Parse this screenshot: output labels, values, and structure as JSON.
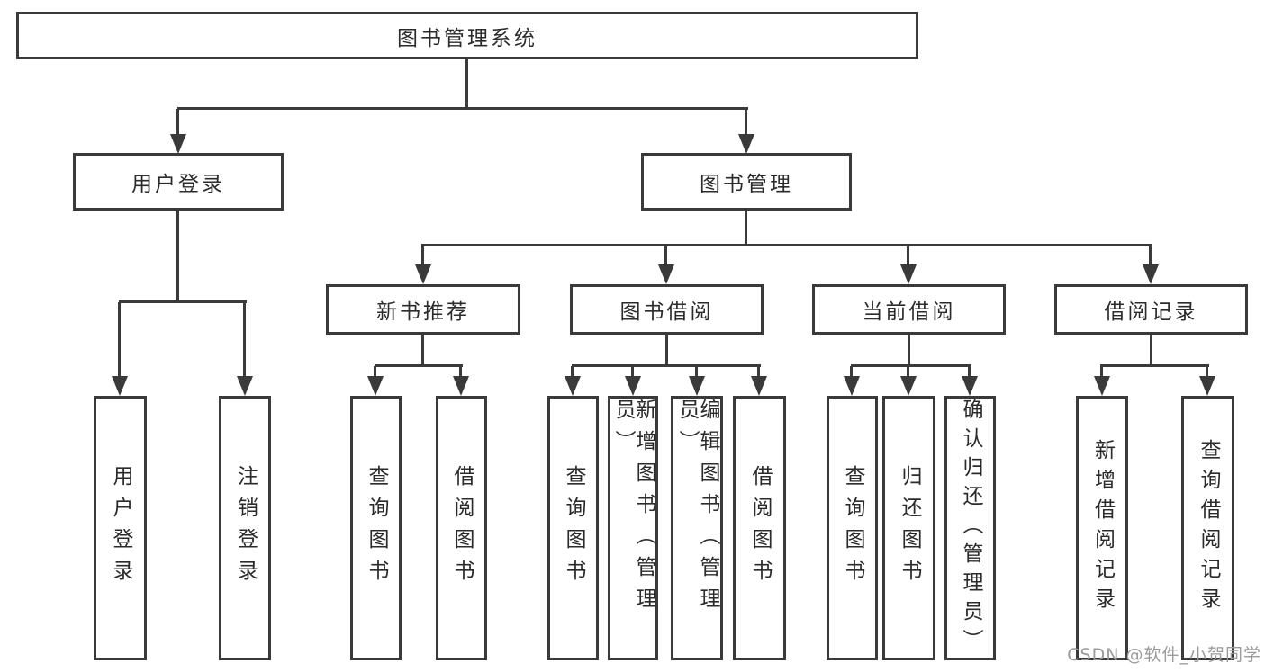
{
  "diagram": {
    "title": "图书管理系统",
    "user_login": {
      "label": "用户登录",
      "children": {
        "login": "用户登录",
        "logout": "注销登录"
      }
    },
    "book_mgmt": {
      "label": "图书管理",
      "new_books": {
        "label": "新书推荐",
        "children": {
          "query": "查询图书",
          "borrow": "借阅图书"
        }
      },
      "borrowing": {
        "label": "图书借阅",
        "children": {
          "query": "查询图书",
          "add": "新增图书（管理员）",
          "edit": "编辑图书（管理员）",
          "borrow": "借阅图书"
        }
      },
      "current": {
        "label": "当前借阅",
        "children": {
          "query": "查询图书",
          "return": "归还图书",
          "confirm": "确认归还（管理员）"
        }
      },
      "records": {
        "label": "借阅记录",
        "children": {
          "add": "新增借阅记录",
          "query": "查询借阅记录"
        }
      }
    }
  },
  "watermark": "CSDN @软件_小贺同学",
  "colors": {
    "line": "#3a3a3a",
    "text": "#2b2b2b",
    "watermark": "#9b9b9b",
    "background": "#ffffff"
  }
}
